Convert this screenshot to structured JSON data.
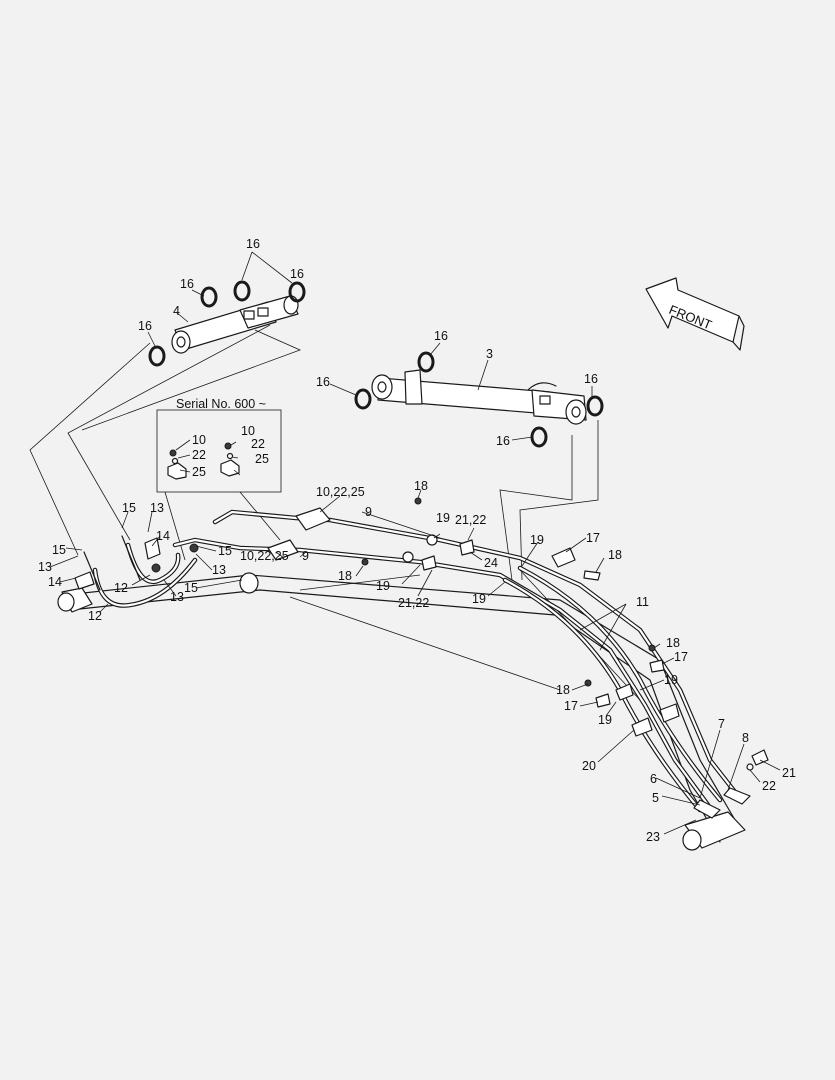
{
  "front_label": "FRONT",
  "serial_label": "Serial No. 600 ~",
  "callouts": [
    "16",
    "16",
    "16",
    "16",
    "4",
    "16",
    "3",
    "16",
    "16",
    "16",
    "10",
    "22",
    "25",
    "10",
    "22",
    "25",
    "10,22,25",
    "9",
    "18",
    "19",
    "21,22",
    "15",
    "13",
    "14",
    "15",
    "13",
    "15",
    "14",
    "12",
    "13",
    "12",
    "13",
    "15",
    "10,22,25",
    "9",
    "24",
    "18",
    "19",
    "21,22",
    "19",
    "19",
    "17",
    "18",
    "11",
    "18",
    "17",
    "19",
    "18",
    "17",
    "19",
    "20",
    "7",
    "8",
    "6",
    "5",
    "21",
    "22",
    "23"
  ]
}
